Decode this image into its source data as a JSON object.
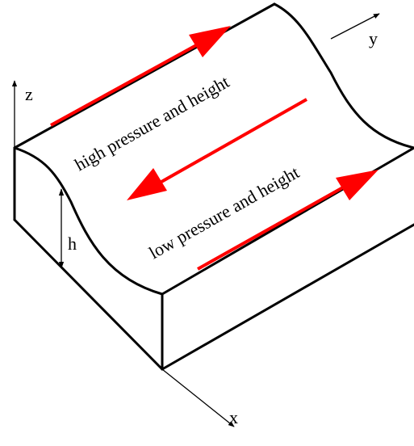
{
  "labels": {
    "z_axis": "z",
    "y_axis": "y",
    "x_axis": "x",
    "h_dimension": "h",
    "upper_annotation": "high pressure and height",
    "lower_annotation": "low pressure and height"
  },
  "colors": {
    "outline": "#000000",
    "flow_arrow": "#ff0000",
    "background": "#ffffff"
  },
  "flow_arrows": [
    {
      "id": "top",
      "direction": "toward +y"
    },
    {
      "id": "middle",
      "direction": "toward -y"
    },
    {
      "id": "bottom",
      "direction": "toward +y"
    }
  ]
}
